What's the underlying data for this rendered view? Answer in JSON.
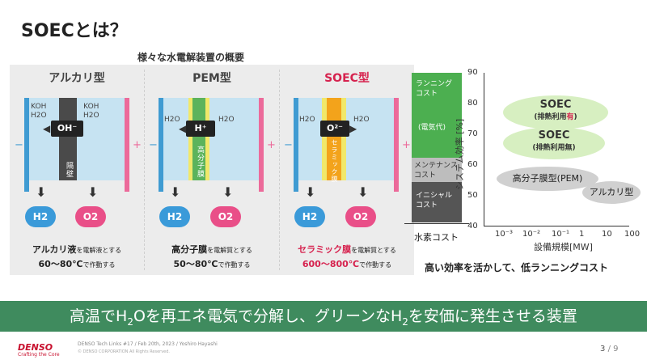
{
  "slide": {
    "title": "SOECとは？",
    "subtitle": "様々な水電解装置の概要"
  },
  "panels": [
    {
      "title": "アルカリ型",
      "left_label": "KOH\nH2O",
      "right_label": "KOH\nH2O",
      "ion": "OH⁻",
      "membrane_label": "隔壁",
      "products": [
        "H2",
        "O2"
      ],
      "desc_main": "アルカリ液",
      "desc_tail": "を電解液とする",
      "temp": "60～80℃",
      "temp_tail": "で作動する"
    },
    {
      "title": "PEM型",
      "left_label": "H2O",
      "right_label": "H2O",
      "ion": "H⁺",
      "membrane_label": "高分子膜",
      "products": [
        "H2",
        "O2"
      ],
      "desc_main": "高分子膜",
      "desc_tail": "を電解質とする",
      "temp": "50～80℃",
      "temp_tail": "で作動する"
    },
    {
      "title": "SOEC型",
      "left_label": "H2O",
      "right_label": "H2O",
      "ion": "O²⁻",
      "membrane_label": "セラミック膜",
      "products": [
        "H2",
        "O2"
      ],
      "desc_main": "セラミック膜",
      "desc_tail": "を電解質とする",
      "temp": "600～800℃",
      "temp_tail": "で作動する"
    }
  ],
  "electrodes": {
    "minus": "−",
    "plus": "+"
  },
  "cost": {
    "running": "ランニング\nコスト",
    "electricity": "(電気代)",
    "maintenance": "メンテナンス\nコスト",
    "initial": "イニシャル\nコスト",
    "caption": "水素コスト"
  },
  "chart": {
    "ylabel": "システム効率 [%]",
    "xlabel": "設備規模[MW]",
    "yticks": [
      "90",
      "80",
      "70",
      "60",
      "50",
      "40"
    ],
    "xticks": [
      "10⁻³",
      "10⁻²",
      "10⁻¹",
      "1",
      "10",
      "100"
    ],
    "soec_heat_on_1": "SOEC",
    "soec_heat_on_2a": "(排熱利用",
    "soec_heat_on_2b": "有",
    "soec_heat_on_2c": ")",
    "soec_heat_off_1": "SOEC",
    "soec_heat_off_2": "(排熱利用無)",
    "pem": "高分子膜型(PEM)",
    "alkaline": "アルカリ型"
  },
  "conclusion": "高い効率を活かして、低ランニングコスト",
  "banner": {
    "p1": "高温でH",
    "sub1": "2",
    "p2": "Oを再エネ電気で分解し、グリーンなH",
    "sub2": "2",
    "p3": "を安価に発生させる装置"
  },
  "footer": {
    "logo": "DENSO",
    "tagline": "Crafting the Core",
    "info": "DENSO Tech Links #17 / Feb 20th, 2023 / Yoshiro Hayashi",
    "copyright": "© DENSO CORPORATION All Rights Reserved.",
    "page": "3",
    "total": "/ 9"
  },
  "colors": {
    "accent_red": "#d6224e",
    "banner_green": "#3f8b5e",
    "cost_green": "#4caf50",
    "cost_dark": "#555555"
  }
}
